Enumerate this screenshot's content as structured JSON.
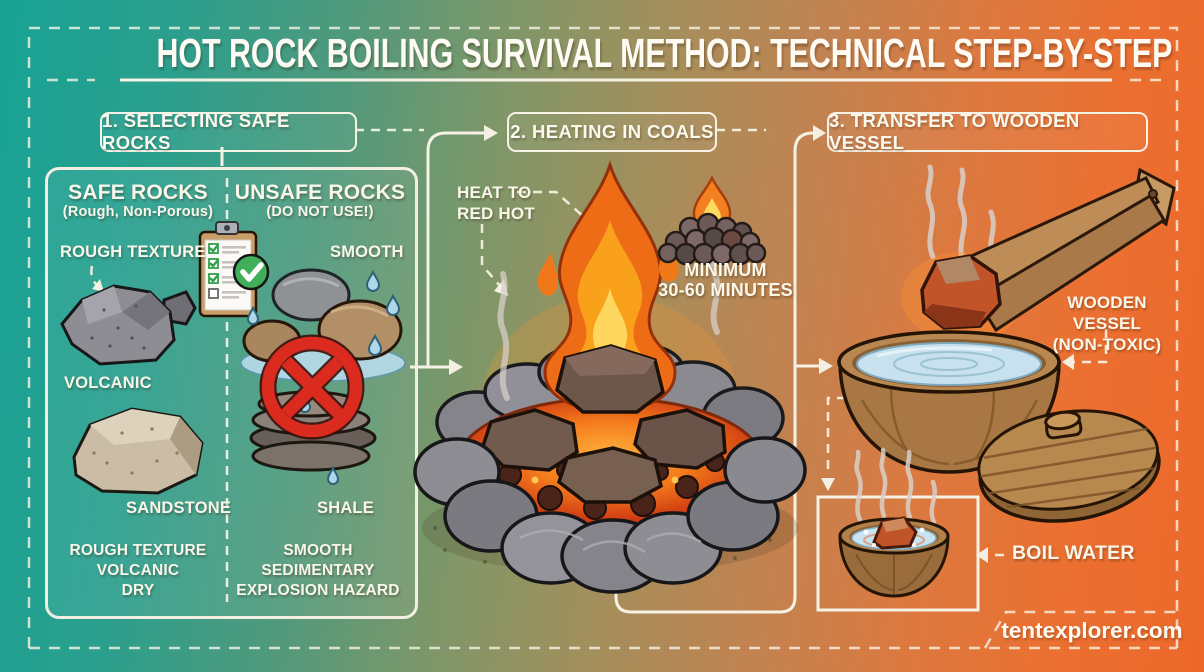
{
  "header": {
    "title": "HOT ROCK BOILING SURVIVAL METHOD: TECHNICAL STEP-BY-STEP"
  },
  "steps": [
    {
      "label": "1. SELECTING SAFE ROCKS"
    },
    {
      "label": "2. HEATING IN COALS"
    },
    {
      "label": "3. TRANSFER TO WOODEN VESSEL"
    }
  ],
  "rock_selection": {
    "safe": {
      "title": "SAFE ROCKS",
      "subtitle": "(Rough, Non-Porous)",
      "callout": "ROUGH TEXTURE",
      "rock_label_1": "VOLCANIC",
      "rock_label_2": "SANDSTONE",
      "traits": [
        "ROUGH TEXTURE",
        "VOLCANIC",
        "DRY"
      ]
    },
    "unsafe": {
      "title": "UNSAFE ROCKS",
      "subtitle": "(DO NOT USE!)",
      "callout": "SMOOTH",
      "rock_label_1": "SHALE",
      "traits": [
        "SMOOTH",
        "SEDIMENTARY",
        "EXPLOSION HAZARD"
      ]
    }
  },
  "heating": {
    "callout_line1": "HEAT TO",
    "callout_line2": "RED HOT",
    "duration_line1": "MINIMUM",
    "duration_line2": "30-60 MINUTES"
  },
  "transfer": {
    "vessel_line1": "WOODEN VESSEL",
    "vessel_line2": "(NON-TOXIC)",
    "boil_label": "BOIL WATER"
  },
  "footer": {
    "website": "tentexplorer.com"
  },
  "colors": {
    "teal": "#21A295",
    "orange": "#ED6E2F",
    "text": "#F8F5EC",
    "flame_orange": "#F07818",
    "flame_yellow": "#FFD75E",
    "ember_red": "#D63B16",
    "prohibition_red": "#DA2B1E",
    "check_green": "#41AE59",
    "water_blue": "#C7E2EE",
    "wood_brown": "#B8894F"
  }
}
